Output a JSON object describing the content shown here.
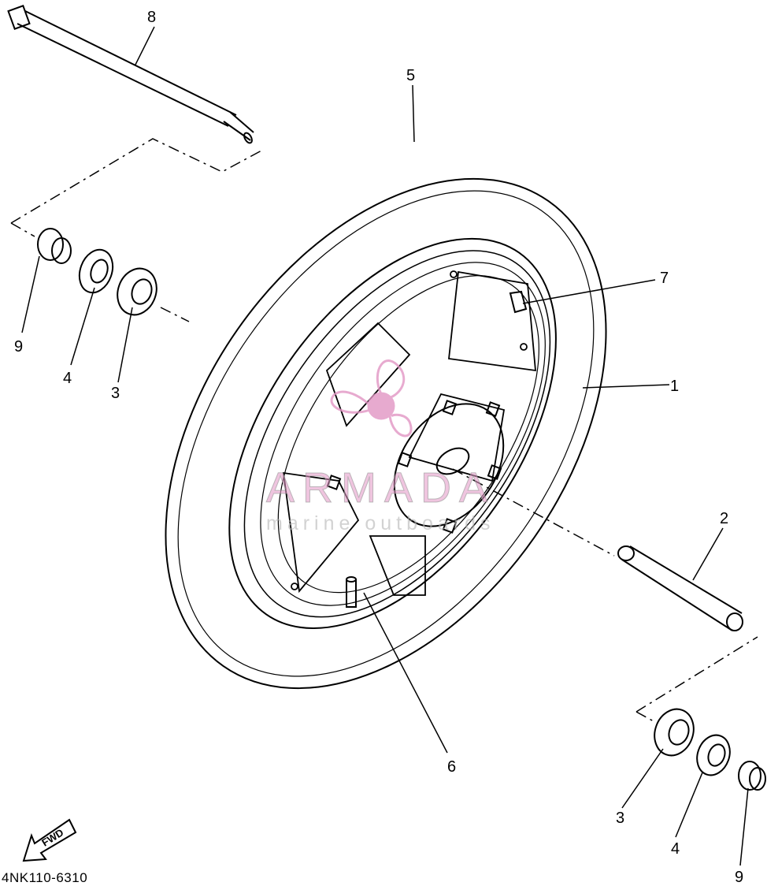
{
  "diagram": {
    "part_code": "4NK110-6310",
    "fwd_label": "FWD",
    "labels": {
      "l1": "1",
      "l2": "2",
      "l3a": "3",
      "l3b": "3",
      "l4a": "4",
      "l4b": "4",
      "l5": "5",
      "l6": "6",
      "l7": "7",
      "l8": "8",
      "l9a": "9",
      "l9b": "9"
    }
  },
  "watermark": {
    "title": "ARMADA",
    "subtitle": "marine outboards",
    "color": "#e296c4"
  }
}
